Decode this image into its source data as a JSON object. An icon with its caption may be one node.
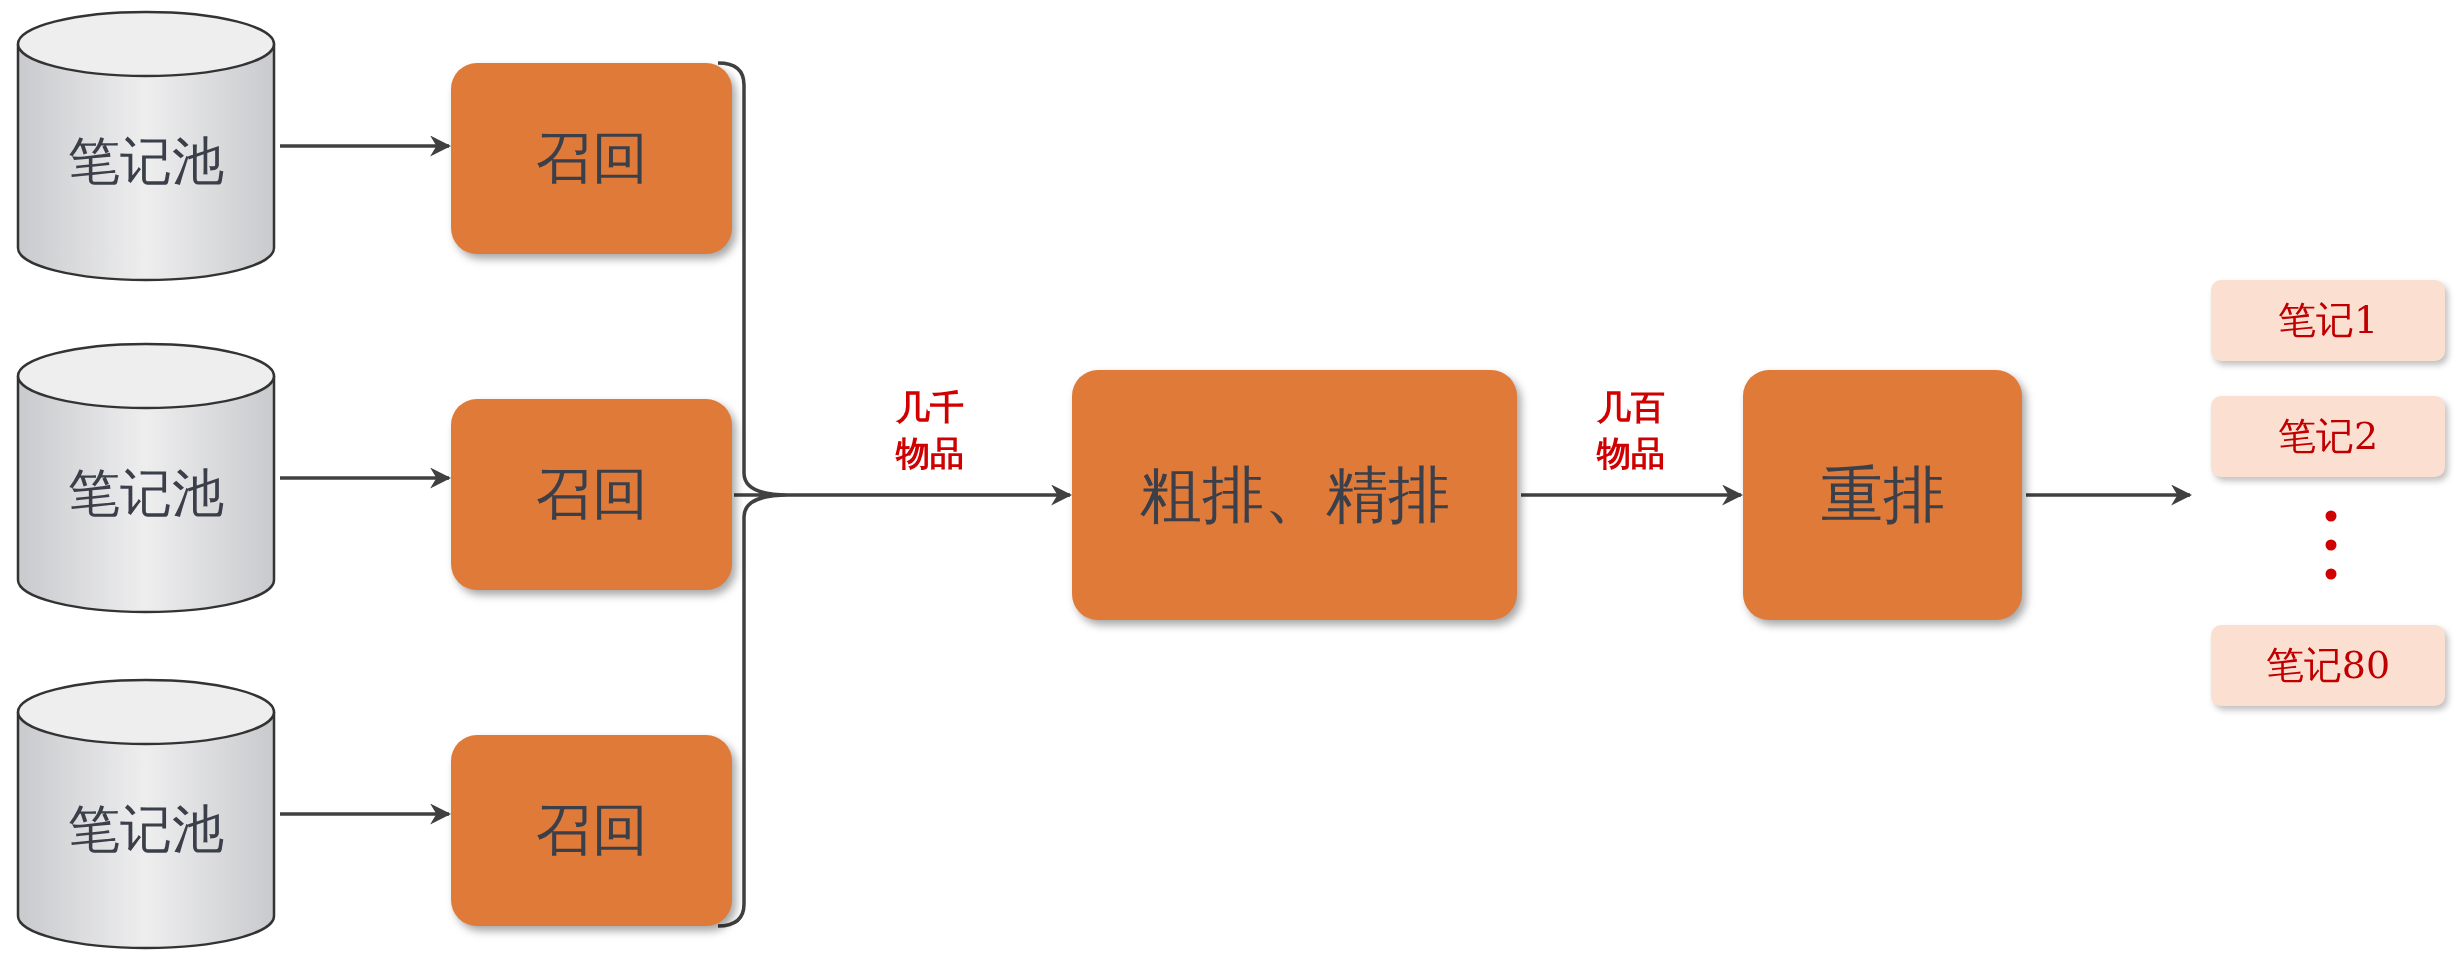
{
  "diagram": {
    "nodes": [
      {
        "text": [
          "笔记池"
        ]
      },
      {
        "text": [
          "笔记池"
        ]
      },
      {
        "text": [
          "笔记池"
        ]
      },
      {
        "text": [
          "召回"
        ]
      },
      {
        "text": [
          "召回"
        ]
      },
      {
        "text": [
          "召回"
        ]
      },
      {
        "text": [
          "粗排、精排"
        ]
      },
      {
        "text": [
          "重排"
        ]
      },
      {
        "text": [
          "笔记1"
        ]
      },
      {
        "text": [
          "笔记2"
        ]
      },
      {
        "text": [
          "笔记80"
        ]
      }
    ],
    "edges": [
      {
        "from": 0,
        "to": 3,
        "arrow": "to"
      },
      {
        "from": 1,
        "to": 4,
        "arrow": "to"
      },
      {
        "from": 2,
        "to": 5,
        "arrow": "to"
      },
      {
        "from": 3,
        "to": 6,
        "arrow": "to"
      },
      {
        "from": 4,
        "to": 6,
        "arrow": "to",
        "label": "几千物品"
      },
      {
        "from": 5,
        "to": 6,
        "arrow": "to"
      },
      {
        "from": 6,
        "to": 7,
        "arrow": "to",
        "label": "几百物品"
      },
      {
        "from": 7,
        "to": 9,
        "arrow": "to"
      }
    ]
  }
}
